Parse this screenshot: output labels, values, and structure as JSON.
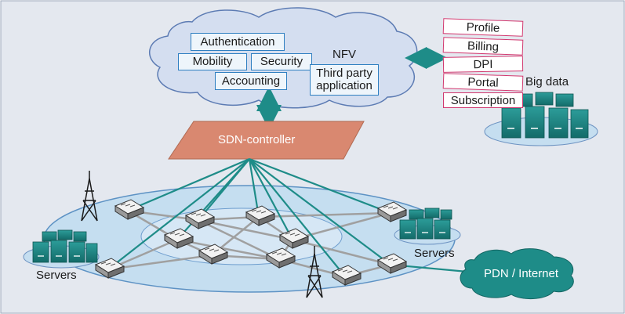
{
  "colors": {
    "background": "#e4e8ef",
    "cloud_fill": "#d4def0",
    "cloud_stroke": "#5c7bb3",
    "box_border": "#2f7fc1",
    "pink_border": "#d1386f",
    "teal": "#1e8c88",
    "controller": "#d98870",
    "ring": "#c5def0",
    "link_gray": "#a0a0a0",
    "pdn_fill": "#1e8c88"
  },
  "nfv": {
    "label": "NFV",
    "functions": {
      "authentication": "Authentication",
      "mobility": "Mobility",
      "security": "Security",
      "accounting": "Accounting",
      "third_party": "Third party application"
    }
  },
  "big_data": {
    "label": "Big data",
    "services": [
      "Profile",
      "Billing",
      "DPI",
      "Portal",
      "Subscription"
    ]
  },
  "controller": {
    "label": "SDN-controller"
  },
  "servers": {
    "left_label": "Servers",
    "right_label": "Servers"
  },
  "pdn": {
    "label": "PDN / Internet"
  }
}
